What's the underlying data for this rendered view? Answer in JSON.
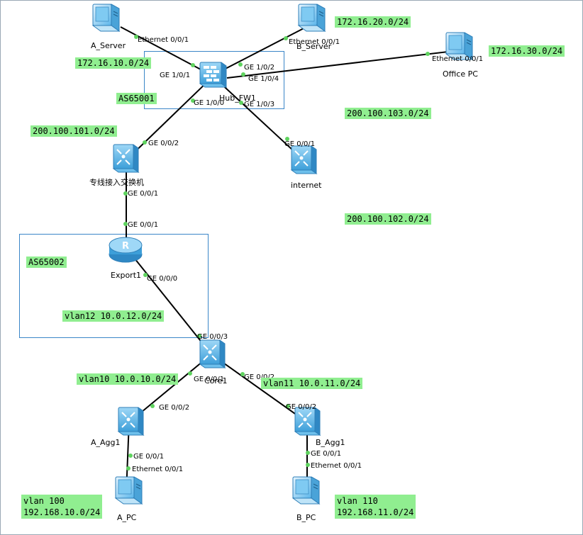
{
  "colors": {
    "link": "#000000",
    "port_dot": "#5fd35f",
    "net_label_bg": "#90ee90",
    "as_box_border": "#3a86c8",
    "device_blue": "#4aa3d8"
  },
  "devices": {
    "a_server": {
      "name": "A_Server",
      "icon": "pc-icon"
    },
    "b_server": {
      "name": "B_Server",
      "icon": "pc-icon"
    },
    "office_pc": {
      "name": "Office PC",
      "icon": "pc-icon"
    },
    "hub_fw1": {
      "name": "Hub_FW1",
      "icon": "firewall-icon"
    },
    "access_switch": {
      "name": "专线接入交换机",
      "icon": "switch-icon"
    },
    "internet": {
      "name": "internet",
      "icon": "switch-icon"
    },
    "export1": {
      "name": "Export1",
      "icon": "router-icon"
    },
    "core1": {
      "name": "Core1",
      "icon": "switch-icon"
    },
    "a_agg1": {
      "name": "A_Agg1",
      "icon": "switch-icon"
    },
    "b_agg1": {
      "name": "B_Agg1",
      "icon": "switch-icon"
    },
    "a_pc": {
      "name": "A_PC",
      "icon": "pc-icon"
    },
    "b_pc": {
      "name": "B_PC",
      "icon": "pc-icon"
    }
  },
  "ports": {
    "a_server_eth": "Ethernet 0/0/1",
    "fw_ge101": "GE 1/0/1",
    "b_server_eth": "Ethernet 0/0/1",
    "fw_ge102": "GE 1/0/2",
    "fw_ge104": "GE 1/0/4",
    "office_eth": "Ethernet 0/0/1",
    "fw_ge100": "GE 1/0/0",
    "fw_ge103": "GE 1/0/3",
    "acc_ge002": "GE 0/0/2",
    "inet_ge001": "GE 0/0/1",
    "acc_ge001": "GE 0/0/1",
    "exp_ge001": "GE 0/0/1",
    "exp_ge000": "GE 0/0/0",
    "core_ge003": "GE 0/0/3",
    "core_ge001": "GE 0/0/1",
    "core_ge002": "GE 0/0/2",
    "aagg_ge002": "GE 0/0/2",
    "bagg_ge002": "GE 0/0/2",
    "aagg_ge001": "GE 0/0/1",
    "apc_eth": "Ethernet 0/0/1",
    "bagg_ge001": "GE 0/0/1",
    "bpc_eth": "Ethernet 0/0/1"
  },
  "networks": {
    "n_172_10": "172.16.10.0/24",
    "n_172_20": "172.16.20.0/24",
    "n_172_30": "172.16.30.0/24",
    "as65001": "AS65001",
    "n_200_101": "200.100.101.0/24",
    "n_200_103": "200.100.103.0/24",
    "n_200_102": "200.100.102.0/24",
    "as65002": "AS65002",
    "vlan12": "vlan12 10.0.12.0/24",
    "vlan10": "vlan10 10.0.10.0/24",
    "vlan11": "vlan11 10.0.11.0/24",
    "vlan100_name": "vlan 100",
    "vlan100_net": "192.168.10.0/24",
    "vlan110_name": "vlan 110",
    "vlan110_net": "192.168.11.0/24"
  }
}
